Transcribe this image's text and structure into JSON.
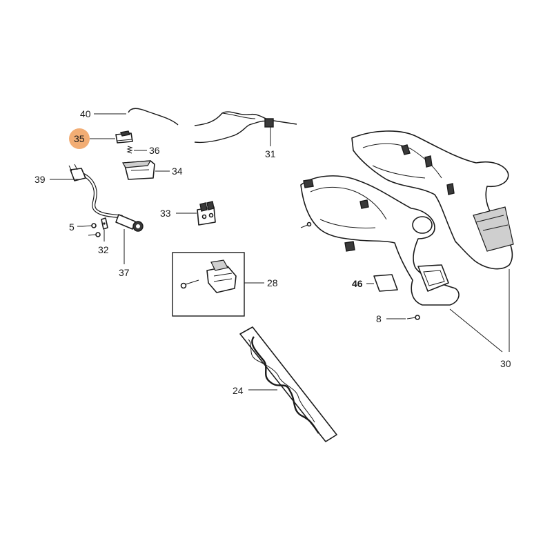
{
  "labels": {
    "p40": "40",
    "p35": "35",
    "p36": "36",
    "p34": "34",
    "p31": "31",
    "p39": "39",
    "p33": "33",
    "p5": "5",
    "p32": "32",
    "p37": "37",
    "p28": "28",
    "p46": "46",
    "p8": "8",
    "p30": "30",
    "p24": "24"
  },
  "colors": {
    "highlight": "#f2ad74",
    "line": "#1a1a1a"
  }
}
